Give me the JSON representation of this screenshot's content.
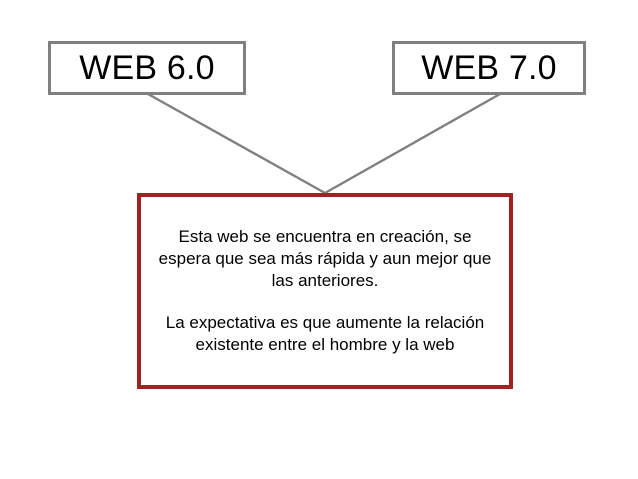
{
  "diagram": {
    "background_color": "#ffffff",
    "nodes": [
      {
        "id": "web6",
        "label": "WEB 6.0",
        "border_color": "#808080",
        "fill_color": "#ffffff"
      },
      {
        "id": "web7",
        "label": "WEB 7.0",
        "border_color": "#808080",
        "fill_color": "#ffffff"
      }
    ],
    "note": {
      "border_color": "#A52020",
      "fill_color": "#ffffff",
      "paragraph_1": "Esta web se encuentra en creación, se espera que sea más rápida y aun mejor que las anteriores.",
      "paragraph_2": "La expectativa es que aumente la relación existente entre el hombre y la web"
    },
    "connectors": {
      "color": "#808080",
      "left_line": "from WEB 6.0 bottom to note top",
      "right_line": "from WEB 7.0 bottom to note top"
    }
  }
}
